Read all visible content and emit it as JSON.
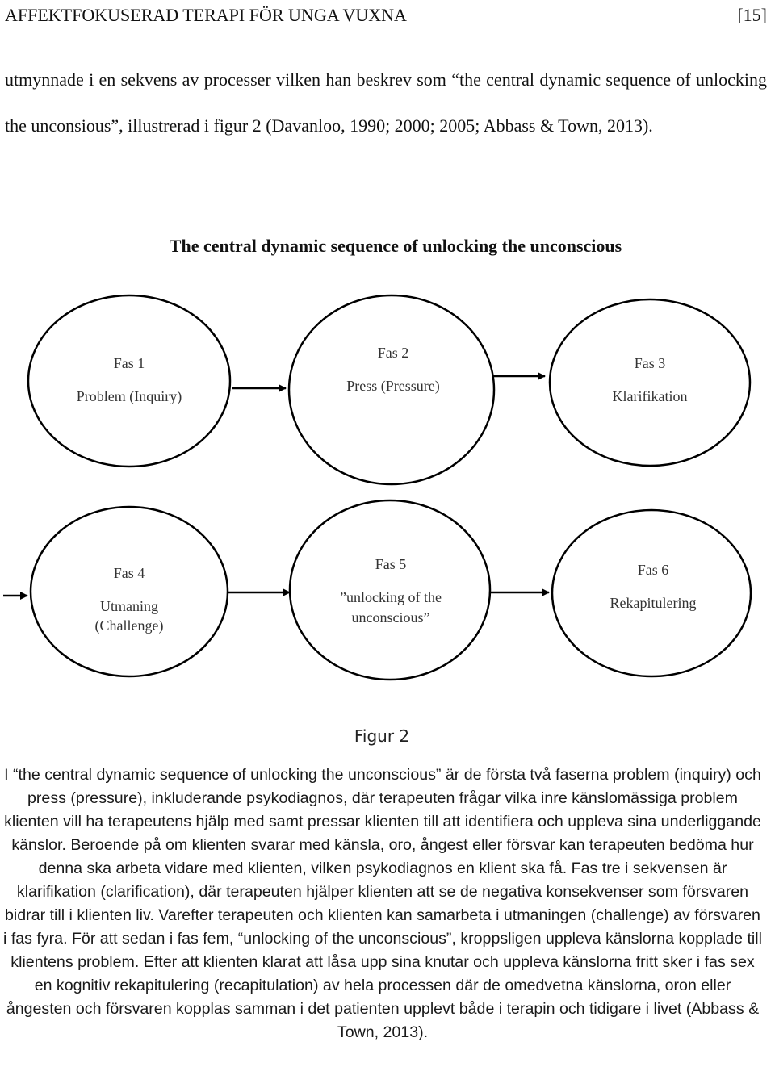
{
  "header": {
    "title": "AFFEKTFOKUSERAD TERAPI FÖR UNGA VUXNA",
    "page": "[15]"
  },
  "intro": "utmynnade i en sekvens av processer vilken han beskrev som “the central dynamic sequence of unlocking the unconsious”, illustrerad i figur 2 (Davanloo, 1990; 2000; 2005; Abbass & Town, 2013).",
  "figure": {
    "title": "The central dynamic sequence of unlocking the unconscious",
    "nodes": [
      {
        "label": "Fas 1",
        "text1": "Problem (Inquiry)",
        "text2": ""
      },
      {
        "label": "Fas 2",
        "text1": "Press (Pressure)",
        "text2": ""
      },
      {
        "label": "Fas 3",
        "text1": "Klarifikation",
        "text2": ""
      },
      {
        "label": "Fas 4",
        "text1": "Utmaning",
        "text2": "(Challenge)"
      },
      {
        "label": "Fas 5",
        "text1": "”unlocking of the",
        "text2": "unconscious”"
      },
      {
        "label": "Fas 6",
        "text1": "Rekapitulering",
        "text2": ""
      }
    ],
    "caption_label": "Figur 2"
  },
  "caption": "I “the central dynamic sequence of unlocking the unconscious” är de första två faserna problem (inquiry) och press (pressure), inkluderande psykodiagnos, där terapeuten frågar vilka inre känslomässiga problem klienten vill ha terapeutens hjälp med samt pressar klienten till att identifiera och uppleva sina underliggande känslor. Beroende på om klienten svarar med känsla, oro, ångest eller försvar kan terapeuten bedöma hur denna ska arbeta vidare med klienten, vilken psykodiagnos en klient ska få. Fas tre i sekvensen är klarifikation (clarification), där terapeuten hjälper klienten att se de negativa konsekvenser som försvaren bidrar till i klienten liv. Varefter terapeuten och klienten kan samarbeta i utmaningen (challenge) av försvaren i fas fyra. För att sedan i fas fem, “unlocking of the unconscious”, kroppsligen uppleva känslorna kopplade till klientens problem. Efter att klienten klarat att låsa upp sina knutar och uppleva känslorna fritt sker i fas sex en kognitiv rekapitulering (recapitulation) av hela processen där de omedvetna känslorna, oron eller ångesten och försvaren kopplas samman i det patienten upplevt både i terapin och tidigare i livet (Abbass & Town, 2013)."
}
